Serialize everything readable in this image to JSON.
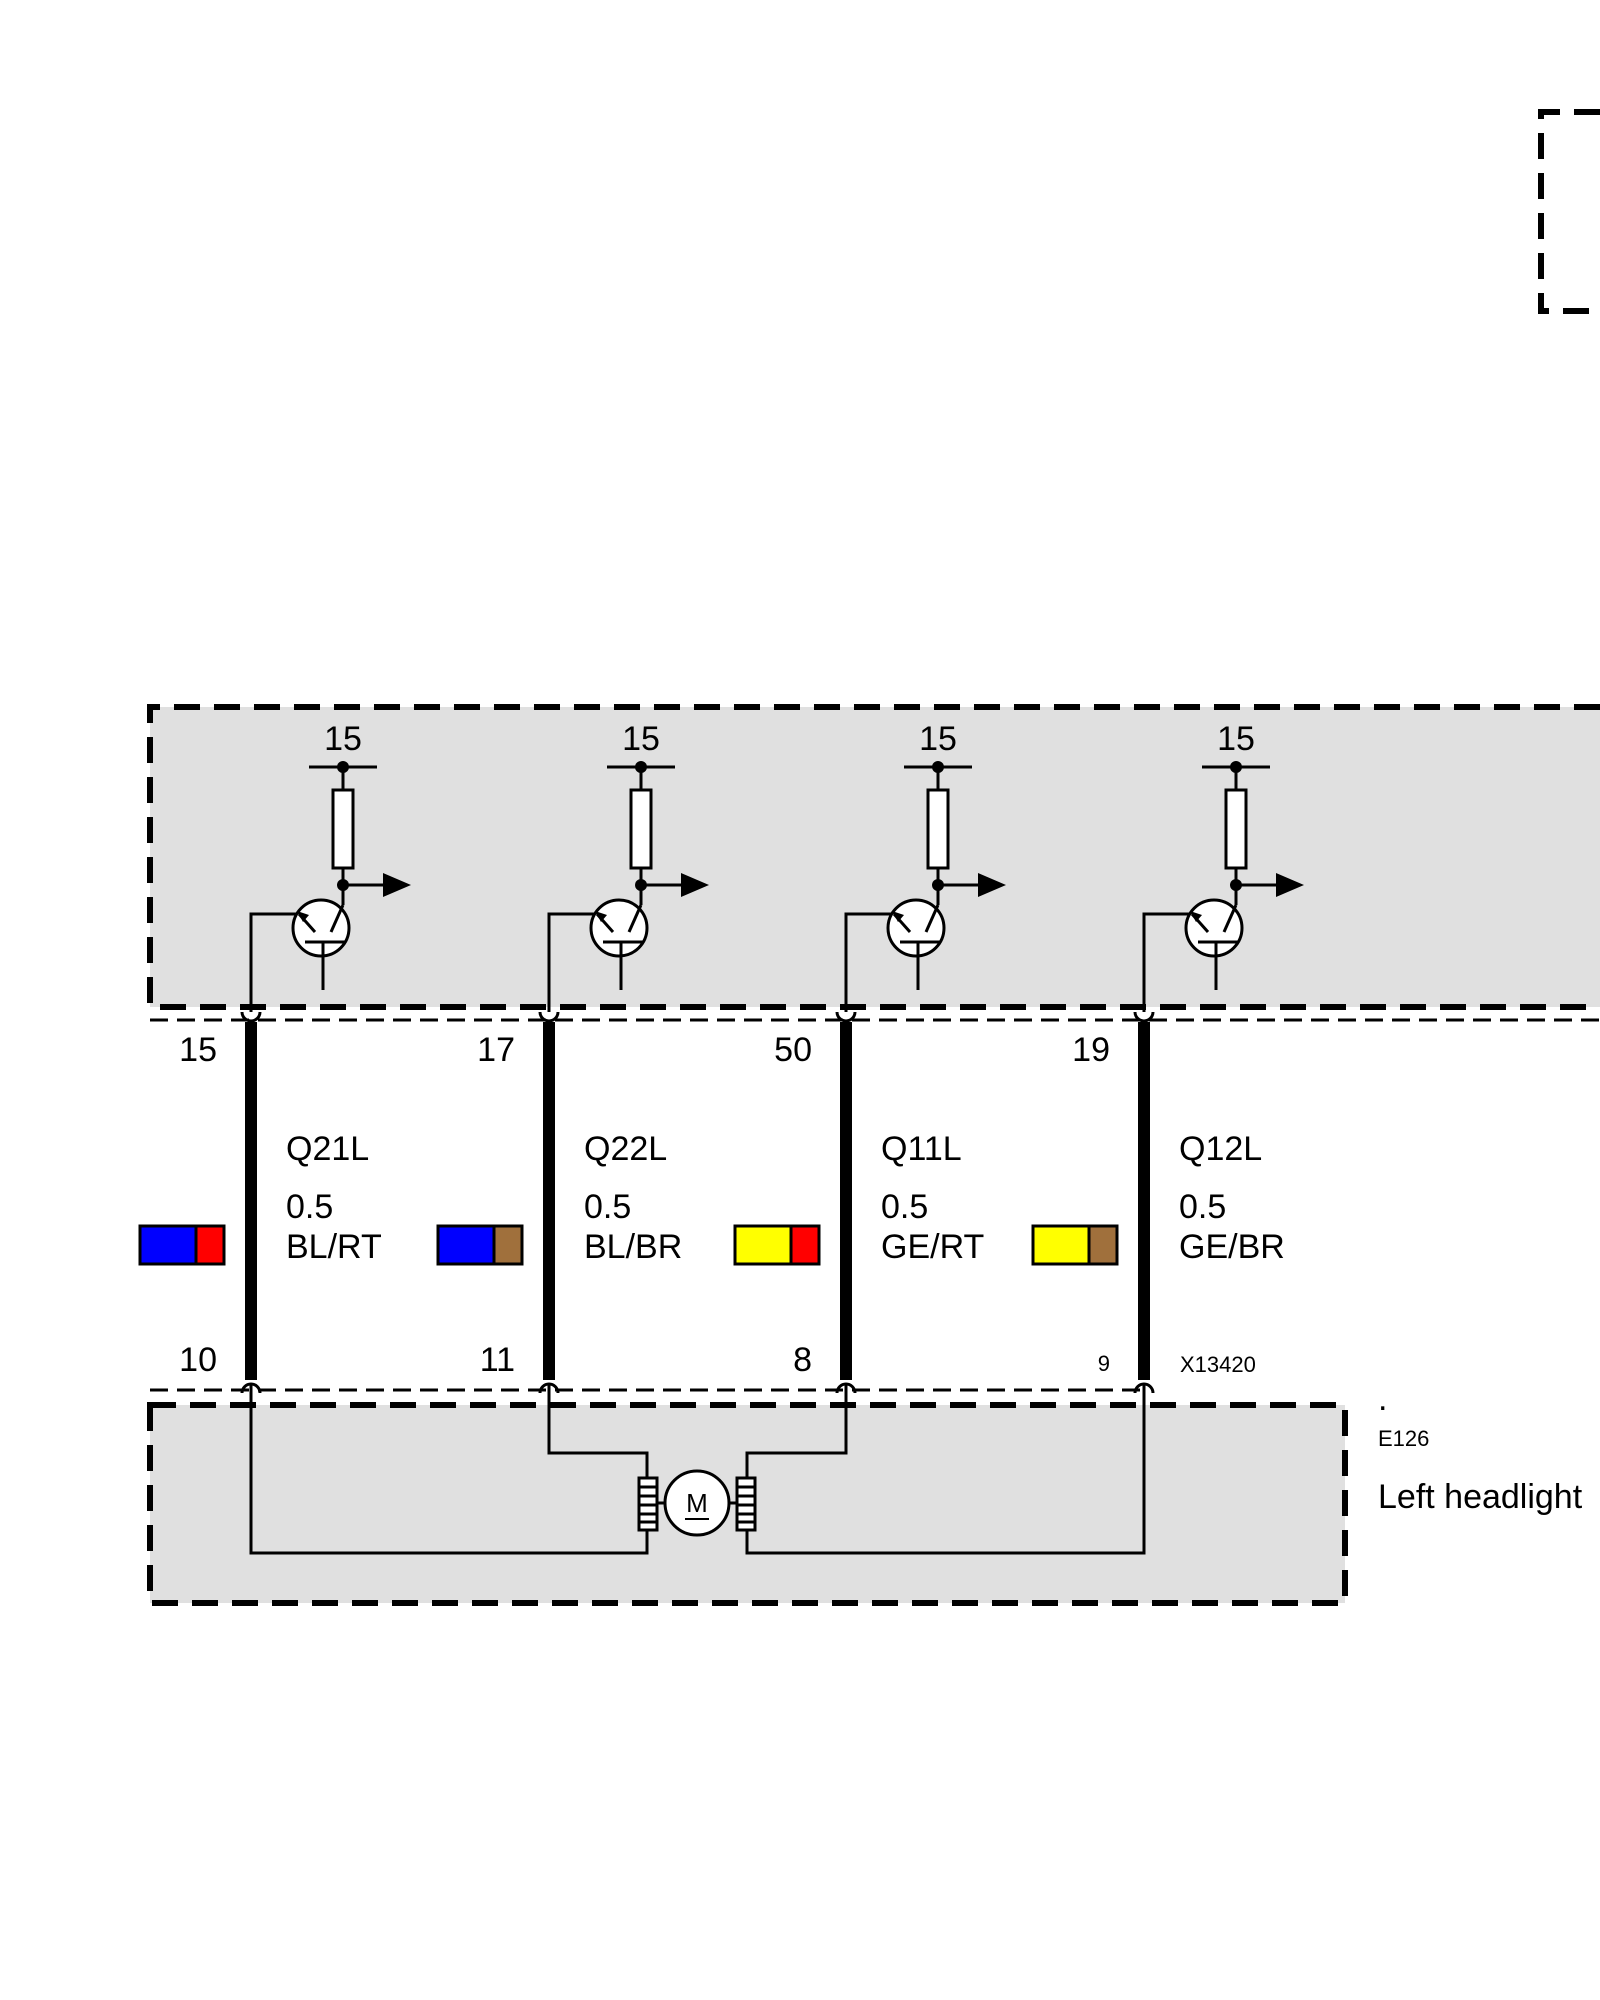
{
  "controller": {
    "supply_labels": [
      "15",
      "15",
      "15",
      "15"
    ]
  },
  "wires": [
    {
      "pin_top": "15",
      "pin_bottom": "10",
      "code": "Q21L",
      "size": "0.5",
      "color_code": "BL/RT",
      "colors": [
        "#0000ff",
        "#ff0000"
      ]
    },
    {
      "pin_top": "17",
      "pin_bottom": "11",
      "code": "Q22L",
      "size": "0.5",
      "color_code": "BL/BR",
      "colors": [
        "#0000ff",
        "#a0703c"
      ]
    },
    {
      "pin_top": "50",
      "pin_bottom": "8",
      "code": "Q11L",
      "size": "0.5",
      "color_code": "GE/RT",
      "colors": [
        "#ffff00",
        "#ff0000"
      ]
    },
    {
      "pin_top": "19",
      "pin_bottom": "9",
      "code": "Q12L",
      "size": "0.5",
      "color_code": "GE/BR",
      "colors": [
        "#ffff00",
        "#a0703c"
      ]
    }
  ],
  "connector": {
    "id": "X13420"
  },
  "component": {
    "dot": ".",
    "id": "E126",
    "name": "Left headlight",
    "motor_symbol": "M"
  },
  "colors": {
    "module_fill": "#e0e0e0",
    "line": "#000000"
  }
}
